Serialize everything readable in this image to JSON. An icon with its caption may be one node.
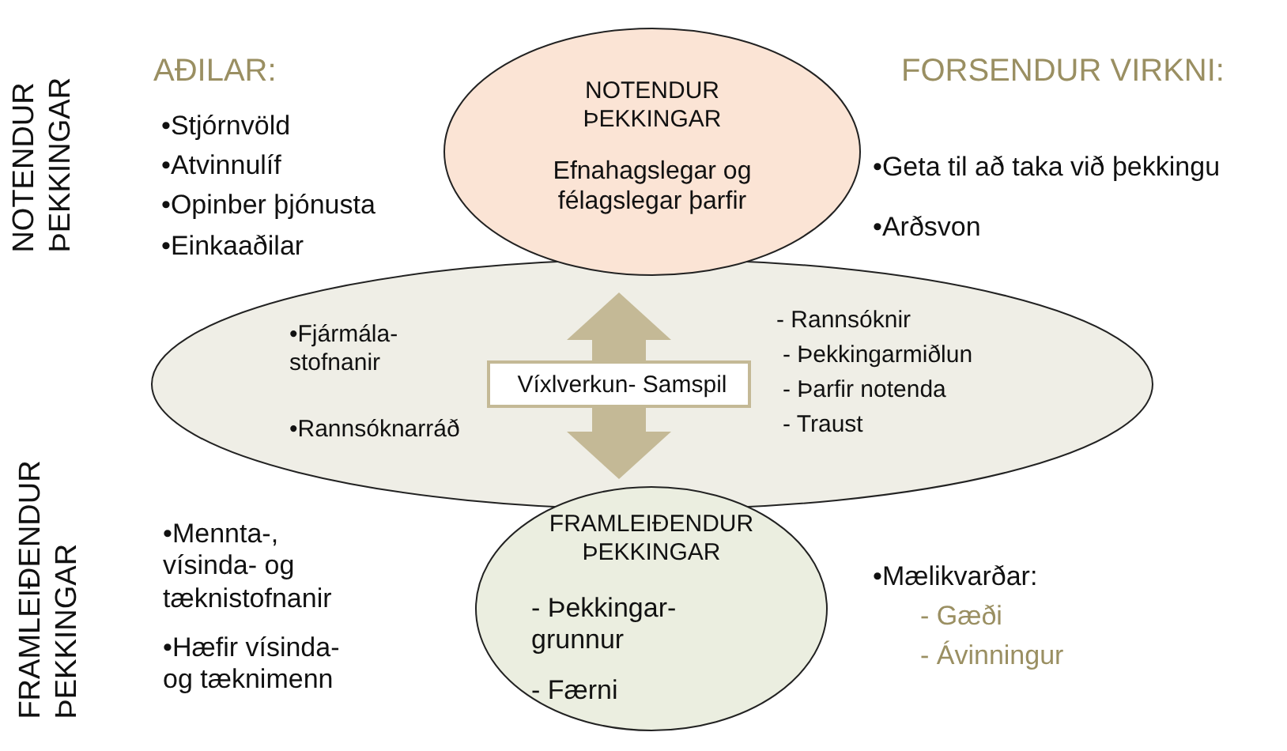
{
  "diagram": {
    "nodes": [
      {
        "text": [
          "NOTENDUR ÞEKKINGAR",
          "Efnahagslegar og félagslegar þarfir"
        ]
      },
      {
        "text": [
          "•Fjármála- stofnanir",
          "•Rannsóknarráð",
          "- Rannsóknir",
          "- Þekkingarmiðlun",
          "- Þarfir notenda",
          "- Traust"
        ]
      },
      {
        "text": [
          "Víxlverkun- Samspil"
        ],
        "in": 1
      },
      {
        "text": [
          "FRAMLEIÐENDUR ÞEKKINGAR",
          "- Þekkingar- grunnur",
          "- Færni"
        ]
      }
    ],
    "edges": [
      {
        "from": 2,
        "to": 0,
        "arrow": "to"
      },
      {
        "from": 2,
        "to": 3,
        "arrow": "to"
      }
    ],
    "labels": [
      "NOTENDUR ÞEKKINGAR",
      "AÐILAR:",
      "•Stjórnvöld",
      "•Atvinnulíf",
      "•Opinber þjónusta",
      "•Einkaaðilar",
      "FORSENDUR VIRKNI:",
      "•Geta til að taka við þekkingu",
      "•Arðsvon",
      "FRAMLEIÐENDUR ÞEKKINGAR",
      "•Mennta-, vísinda- og tæknistofnanir",
      "•Hæfir vísinda- og tæknimenn",
      "•Mælikvarðar:",
      "- Gæði",
      "- Ávinningur"
    ]
  }
}
